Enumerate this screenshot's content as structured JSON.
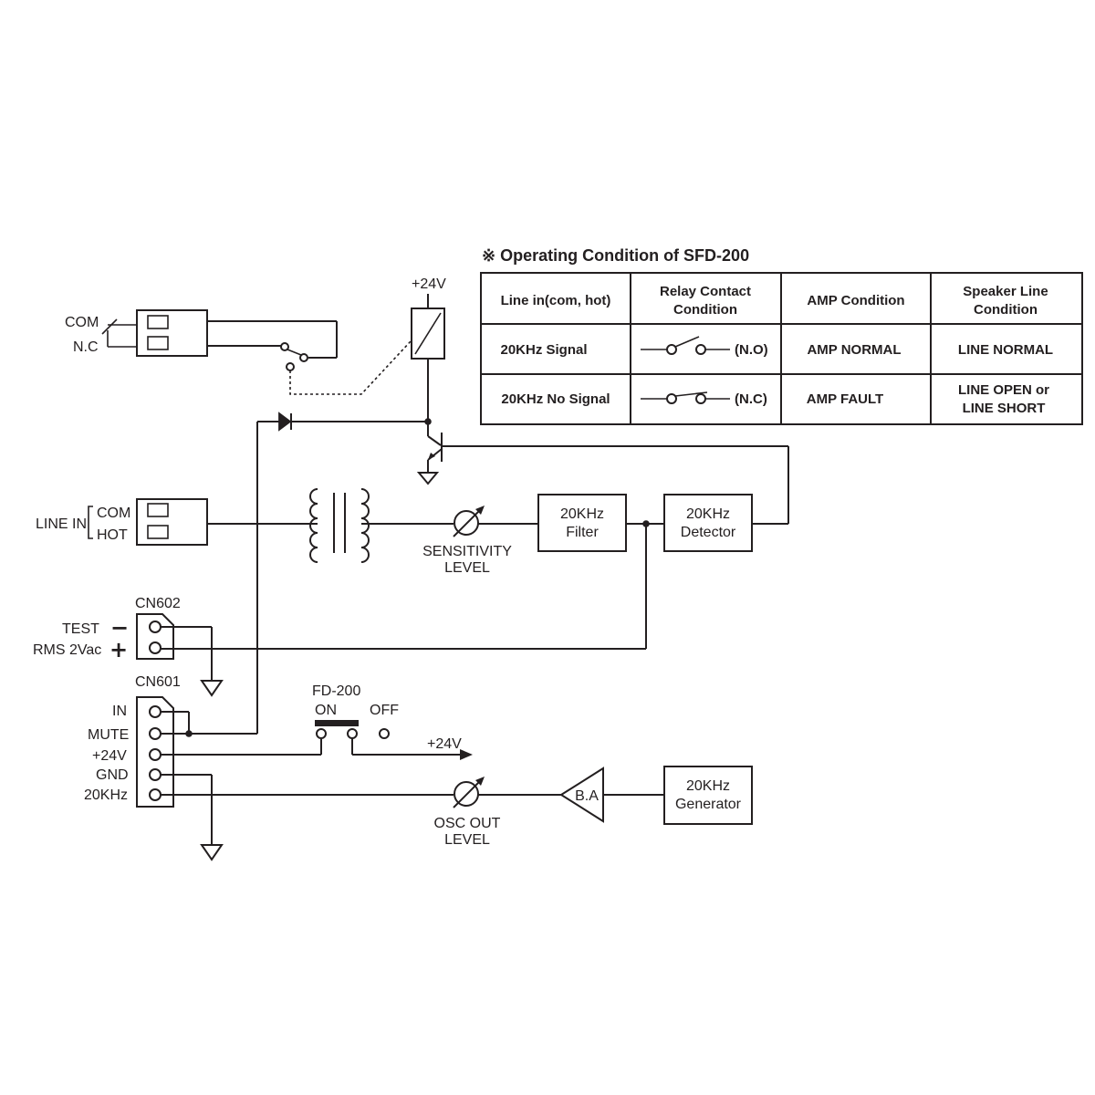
{
  "table": {
    "title": "※ Operating Condition of SFD-200",
    "headers": [
      [
        "Line in(com, hot)"
      ],
      [
        "Relay Contact",
        "Condition"
      ],
      [
        "AMP Condition"
      ],
      [
        "Speaker Line",
        "Condition"
      ]
    ],
    "rows": [
      {
        "line_in": "20KHz Signal",
        "relay": "(N.O)",
        "amp": "AMP NORMAL",
        "speaker": [
          "LINE NORMAL"
        ]
      },
      {
        "line_in": "20KHz No Signal",
        "relay": "(N.C)",
        "amp": "AMP FAULT",
        "speaker": [
          "LINE OPEN or",
          "LINE SHORT"
        ]
      }
    ]
  },
  "labels": {
    "com": "COM",
    "nc": "N.C",
    "v24_top": "+24V",
    "line_in": "LINE IN",
    "line_com": "COM",
    "line_hot": "HOT",
    "sensitivity_1": "SENSITIVITY",
    "sensitivity_2": "LEVEL",
    "filter_1": "20KHz",
    "filter_2": "Filter",
    "detector_1": "20KHz",
    "detector_2": "Detector",
    "cn602": "CN602",
    "test": "TEST",
    "rms": "RMS 2Vac",
    "minus": "−",
    "plus": "+",
    "cn601": "CN601",
    "pin_in": "IN",
    "pin_mute": "MUTE",
    "pin_24v": "+24V",
    "pin_gnd": "GND",
    "pin_20khz": "20KHz",
    "fd200": "FD-200",
    "on": "ON",
    "off": "OFF",
    "v24_out": "+24V",
    "osc_1": "OSC OUT",
    "osc_2": "LEVEL",
    "ba": "B.A",
    "gen_1": "20KHz",
    "gen_2": "Generator"
  }
}
